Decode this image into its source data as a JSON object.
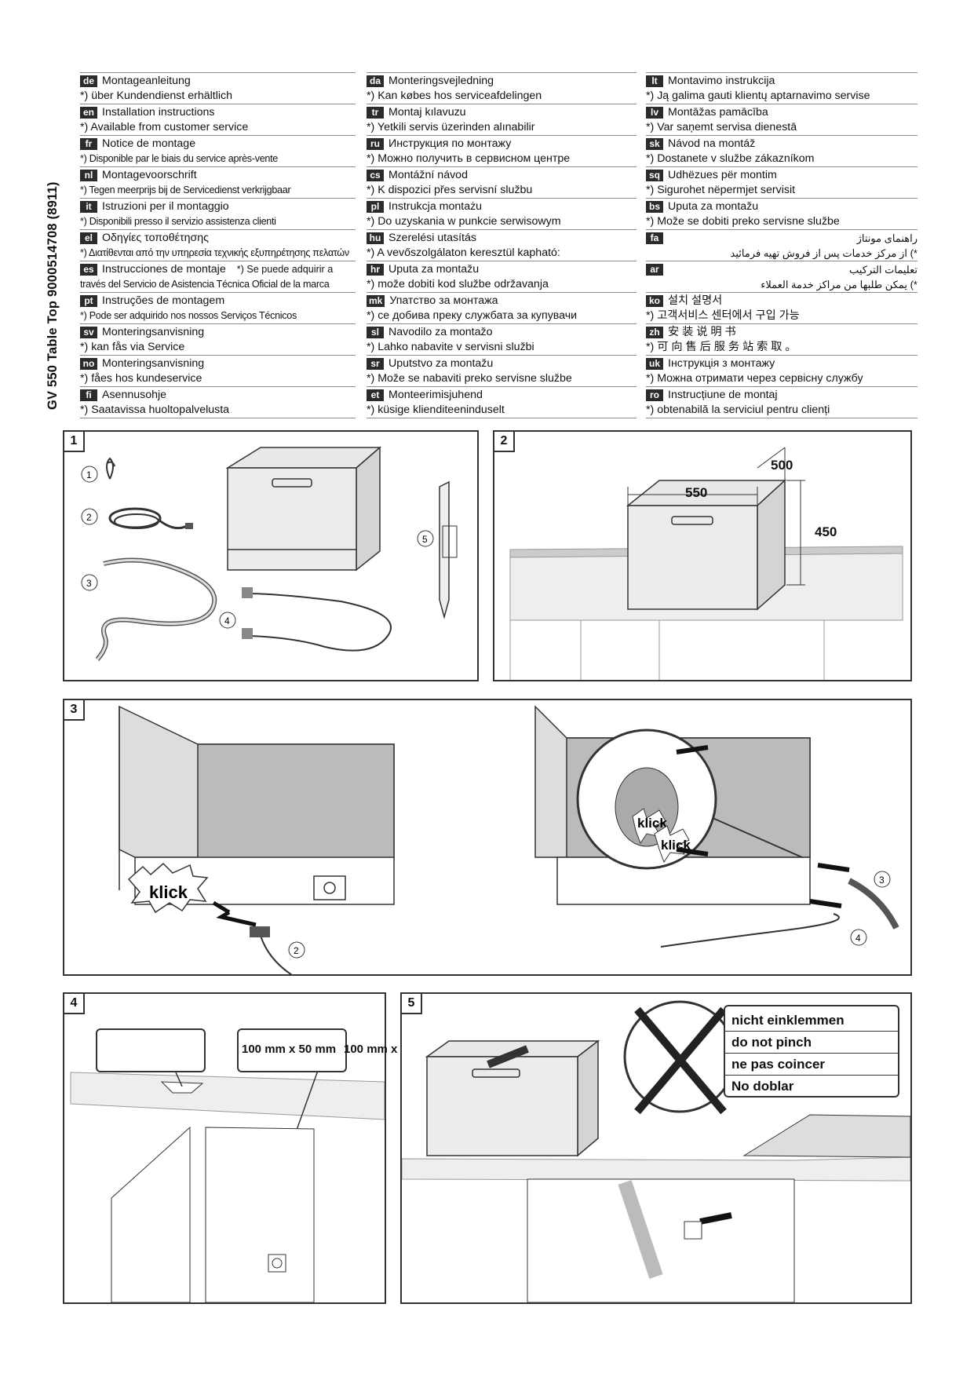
{
  "doc_title": "GV 550 Table Top 9000514708 (8911)",
  "languages": {
    "col1": [
      {
        "code": "de",
        "title": "Montageanleitung",
        "note": "*) über Kundendienst erhältlich"
      },
      {
        "code": "en",
        "title": "Installation instructions",
        "note": "*) Available from customer service"
      },
      {
        "code": "fr",
        "title": "Notice de montage",
        "note": "*) Disponible par le biais du service après-vente"
      },
      {
        "code": "nl",
        "title": "Montagevoorschrift",
        "note": "*) Tegen meerprijs bij de Servicedienst verkrijgbaar"
      },
      {
        "code": "it",
        "title": "Istruzioni per il montaggio",
        "note": "*) Disponibili presso il servizio assistenza clienti"
      },
      {
        "code": "el",
        "title": "Οδηγίες τοποθέτησης",
        "note": "*) Διατίθενται από την υπηρεσία τεχνικής εξυπηρέτησης πελατών"
      },
      {
        "code": "es",
        "title": "Instrucciones de montaje",
        "title_extra": "*) Se puede adquirir a",
        "note": "través del Servicio de Asistencia Técnica Oficial de la marca"
      },
      {
        "code": "pt",
        "title": "Instruções de montagem",
        "note": "*) Pode ser adquirido nos nossos Serviços Técnicos"
      },
      {
        "code": "sv",
        "title": "Monteringsanvisning",
        "note": "*) kan fås via Service"
      },
      {
        "code": "no",
        "title": "Monteringsanvisning",
        "note": "*) fåes hos kundeservice"
      },
      {
        "code": "fi",
        "title": "Asennusohje",
        "note": "*) Saatavissa huoltopalvelusta"
      }
    ],
    "col2": [
      {
        "code": "da",
        "title": "Monteringsvejledning",
        "note": "*) Kan købes hos serviceafdelingen"
      },
      {
        "code": "tr",
        "title": "Montaj kılavuzu",
        "note": "*) Yetkili servis üzerinden alınabilir"
      },
      {
        "code": "ru",
        "title": "Инструкция по монтажу",
        "note": "*) Можно получить в сервисном центре"
      },
      {
        "code": "cs",
        "title": "Montážní návod",
        "note": "*) K dispozici přes servisní službu"
      },
      {
        "code": "pl",
        "title": "Instrukcja montażu",
        "note": "*) Do uzyskania w punkcie serwisowym"
      },
      {
        "code": "hu",
        "title": "Szerelési utasítás",
        "note": "*) A vevőszolgálaton keresztül kapható:"
      },
      {
        "code": "hr",
        "title": "Uputa za montažu",
        "note": "*) može dobiti kod službe održavanja"
      },
      {
        "code": "mk",
        "title": "Упатство за монтажа",
        "note": "*) се добива преку службата за купувачи"
      },
      {
        "code": "sl",
        "title": "Navodilo za montažo",
        "note": "*) Lahko nabavite v servisni službi"
      },
      {
        "code": "sr",
        "title": "Uputstvo za montažu",
        "note": "*) Može se nabaviti preko servisne službe"
      },
      {
        "code": "et",
        "title": "Monteerimisjuhend",
        "note": "*) küsige klienditeeninduselt"
      }
    ],
    "col3": [
      {
        "code": "lt",
        "title": "Montavimo instrukcija",
        "note": "*) Ją galima gauti klientų aptarnavimo servise"
      },
      {
        "code": "lv",
        "title": "Montāžas pamācība",
        "note": "*) Var saņemt servisa dienestā"
      },
      {
        "code": "sk",
        "title": "Návod na montáž",
        "note": "*) Dostanete v službe zákazníkom"
      },
      {
        "code": "sq",
        "title": "Udhëzues për montim",
        "note": "*) Sigurohet nëpermjet servisit"
      },
      {
        "code": "bs",
        "title": "Uputa za montažu",
        "note": "*) Može se dobiti preko servisne službe"
      },
      {
        "code": "fa",
        "title": "راهنمای مونتاژ",
        "note": "*) از مرکز خدمات پس از فروش تهیه فرمائید",
        "rtl": true
      },
      {
        "code": "ar",
        "title": "تعليمات التركيب",
        "note": "*) يمكن طلبها من مراكز خدمة العملاء",
        "rtl": true
      },
      {
        "code": "ko",
        "title": "설치 설명서",
        "note": "*) 고객서비스 센터에서 구입 가능"
      },
      {
        "code": "zh",
        "title": "安 装 说 明 书",
        "note": "*) 可 向 售 后 服 务 站 索 取 。"
      },
      {
        "code": "uk",
        "title": "Інструкція з монтажу",
        "note": "*) Можна отримати через сервісну службу"
      },
      {
        "code": "ro",
        "title": "Instrucțiune de montaj",
        "note": "*) obtenabilă la serviciul pentru clienți"
      }
    ]
  },
  "panels": {
    "p1": {
      "num": "1",
      "parts": [
        "1",
        "2",
        "3",
        "4",
        "5"
      ]
    },
    "p2": {
      "num": "2",
      "dim_width": "550",
      "dim_depth": "500",
      "dim_height": "450"
    },
    "p3": {
      "num": "3",
      "klick": "klick",
      "connector_labels": [
        "2",
        "3",
        "4"
      ]
    },
    "p4": {
      "num": "4",
      "label_size": "100 mm x 50 mm"
    },
    "p5": {
      "num": "5",
      "warnings": [
        "nicht einklemmen",
        "do not pinch",
        "ne pas coincer",
        "No doblar"
      ]
    }
  }
}
